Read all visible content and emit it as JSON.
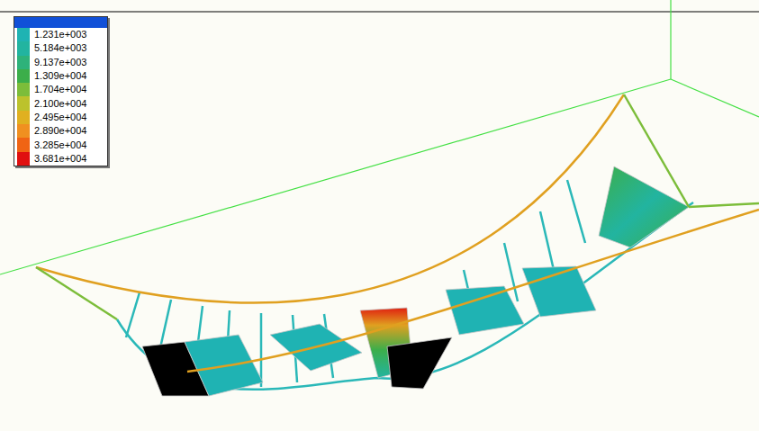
{
  "diagram": {
    "legend": [
      {
        "text": "1.231e+003",
        "color": "#1fb3b3"
      },
      {
        "text": "5.184e+003",
        "color": "#22b4a0"
      },
      {
        "text": "9.137e+003",
        "color": "#2eb27a"
      },
      {
        "text": "1.309e+004",
        "color": "#3cae4a"
      },
      {
        "text": "1.704e+004",
        "color": "#7cbd3a"
      },
      {
        "text": "2.100e+004",
        "color": "#bcc22c"
      },
      {
        "text": "2.495e+004",
        "color": "#e0b020"
      },
      {
        "text": "2.890e+004",
        "color": "#f09020"
      },
      {
        "text": "3.285e+004",
        "color": "#f06414"
      },
      {
        "text": "3.681e+004",
        "color": "#e01010"
      }
    ]
  }
}
